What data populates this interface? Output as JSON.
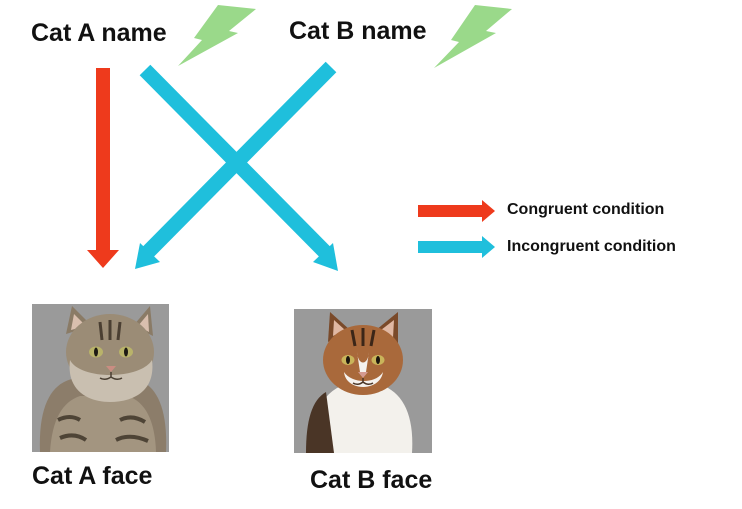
{
  "labels": {
    "cat_a_name": "Cat A name",
    "cat_b_name": "Cat B name",
    "cat_a_face": "Cat A face",
    "cat_b_face": "Cat B face"
  },
  "legend": {
    "congruent": "Congruent condition",
    "incongruent": "Incongruent condition"
  },
  "colors": {
    "congruent": "#ee3a1c",
    "incongruent": "#1fbfdc",
    "lightning": "#9ad98a",
    "photo_background": "#9a9a9a"
  },
  "icons": {
    "sound_cue": "lightning-bolt-icon",
    "cat_a_photo": "tabby-cat-photo",
    "cat_b_photo": "calico-cat-photo"
  }
}
